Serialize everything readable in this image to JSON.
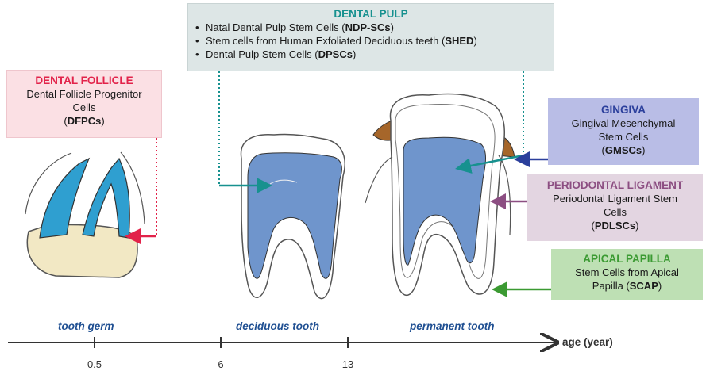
{
  "dental_pulp": {
    "title": "DENTAL PULP",
    "items": [
      {
        "text": "Natal Dental Pulp Stem Cells (",
        "abbr": "NDP-SCs",
        "tail": ")"
      },
      {
        "text": "Stem cells from Human Exfoliated Deciduous teeth (",
        "abbr": "SHED",
        "tail": ")"
      },
      {
        "text": "Dental Pulp Stem Cells (",
        "abbr": "DPSCs",
        "tail": ")"
      }
    ]
  },
  "dental_follicle": {
    "title": "DENTAL FOLLICLE",
    "line1": "Dental Follicle Progenitor",
    "line2": "Cells",
    "abbr_open": "(",
    "abbr": "DFPCs",
    "abbr_close": ")"
  },
  "gingiva": {
    "title": "GINGIVA",
    "line1": "Gingival Mesenchymal",
    "line2": "Stem Cells",
    "abbr_open": "(",
    "abbr": "GMSCs",
    "abbr_close": ")"
  },
  "periodontal_ligament": {
    "title": "PERIODONTAL LIGAMENT",
    "line1": "Periodontal Ligament Stem",
    "line2": "Cells",
    "abbr_open": "(",
    "abbr": "PDLSCs",
    "abbr_close": ")"
  },
  "apical_papilla": {
    "title": "APICAL PAPILLA",
    "line1": "Stem Cells from Apical",
    "line2_prefix": "Papilla (",
    "abbr": "SCAP",
    "abbr_close": ")"
  },
  "stages": {
    "tooth_germ": "tooth germ",
    "deciduous": "deciduous tooth",
    "permanent": "permanent tooth"
  },
  "axis": {
    "label": "age (year)",
    "ticks": [
      "0.5",
      "6",
      "13"
    ]
  },
  "colors": {
    "pulp_fill": "#6f95cc",
    "follicle_fill": "#2f9fd0",
    "germ_base": "#f2e8c4",
    "gingiva_brown": "#a6662a",
    "teal_arrow": "#17918f",
    "red_arrow": "#e2234a",
    "blue_arrow": "#2b3f9c",
    "purple_arrow": "#8c4e82",
    "green_arrow": "#3b9a32"
  }
}
